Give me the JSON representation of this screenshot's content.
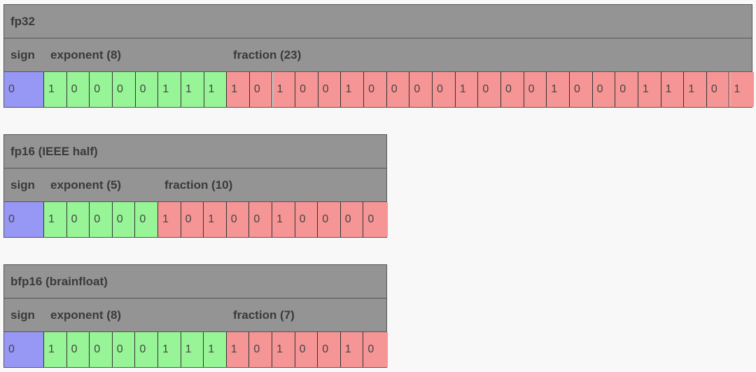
{
  "colors": {
    "sign": "#9797f5",
    "exponent": "#97f597",
    "fraction": "#f69595",
    "header": "#949494"
  },
  "formats": [
    {
      "title": "fp32",
      "sign_label": "sign",
      "exponent_label": "exponent (8)",
      "fraction_label": "fraction (23)",
      "sign_bits": [
        "0"
      ],
      "exponent_bits": [
        "1",
        "0",
        "0",
        "0",
        "0",
        "1",
        "1",
        "1"
      ],
      "fraction_bits": [
        "1",
        "0",
        "1",
        "0",
        "0",
        "1",
        "0",
        "0",
        "0",
        "0",
        "1",
        "0",
        "0",
        "0",
        "1",
        "0",
        "0",
        "0",
        "1",
        "1",
        "1",
        "0",
        "1"
      ]
    },
    {
      "title": "fp16 (IEEE half)",
      "sign_label": "sign",
      "exponent_label": "exponent (5)",
      "fraction_label": "fraction (10)",
      "sign_bits": [
        "0"
      ],
      "exponent_bits": [
        "1",
        "0",
        "0",
        "0",
        "0"
      ],
      "fraction_bits": [
        "1",
        "0",
        "1",
        "0",
        "0",
        "1",
        "0",
        "0",
        "0",
        "0"
      ]
    },
    {
      "title": "bfp16 (brainfloat)",
      "sign_label": "sign",
      "exponent_label": "exponent (8)",
      "fraction_label": "fraction (7)",
      "sign_bits": [
        "0"
      ],
      "exponent_bits": [
        "1",
        "0",
        "0",
        "0",
        "0",
        "1",
        "1",
        "1"
      ],
      "fraction_bits": [
        "1",
        "0",
        "1",
        "0",
        "0",
        "1",
        "0"
      ]
    }
  ]
}
